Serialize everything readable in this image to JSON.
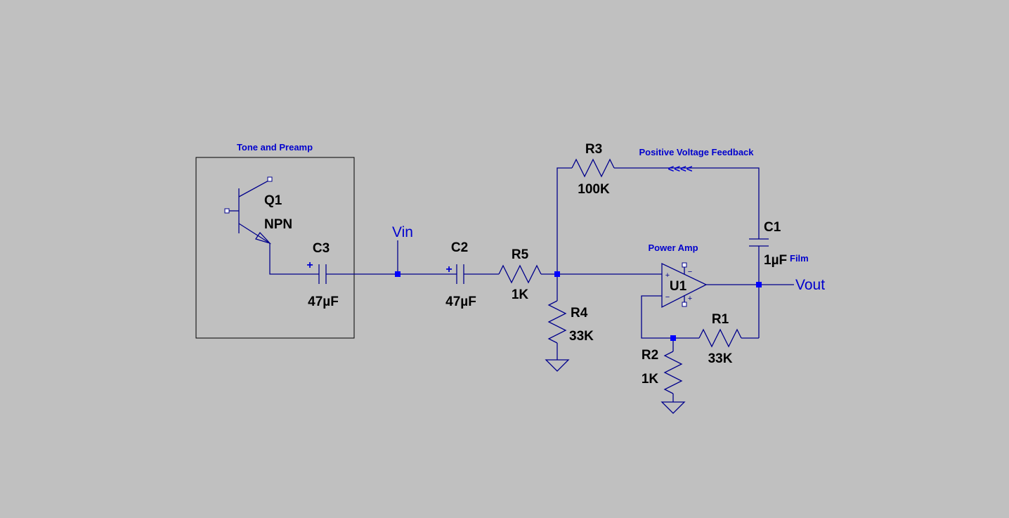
{
  "comments": {
    "preamp_box": "Tone and Preamp",
    "feedback": "Positive Voltage Feedback",
    "power_amp": "Power Amp",
    "feedback_arrows": "<<<<",
    "c1_note": "Film"
  },
  "nets": {
    "vin": "Vin",
    "vout": "Vout"
  },
  "components": {
    "q1": {
      "ref": "Q1",
      "value": "NPN"
    },
    "c3": {
      "ref": "C3",
      "value": "47µF",
      "polarity": "+"
    },
    "c2": {
      "ref": "C2",
      "value": "47µF",
      "polarity": "+"
    },
    "r5": {
      "ref": "R5",
      "value": "1K"
    },
    "r3": {
      "ref": "R3",
      "value": "100K"
    },
    "r4": {
      "ref": "R4",
      "value": "33K"
    },
    "c1": {
      "ref": "C1",
      "value": "1µF"
    },
    "u1": {
      "ref": "U1",
      "pin_plus": "+",
      "pin_minus": "−"
    },
    "r1": {
      "ref": "R1",
      "value": "33K"
    },
    "r2": {
      "ref": "R2",
      "value": "1K"
    }
  },
  "colors": {
    "background": "#c0c0c0",
    "wire": "#00008b",
    "junction": "#0000ff",
    "label_text": "#000000",
    "comment_text": "#0000cd"
  }
}
